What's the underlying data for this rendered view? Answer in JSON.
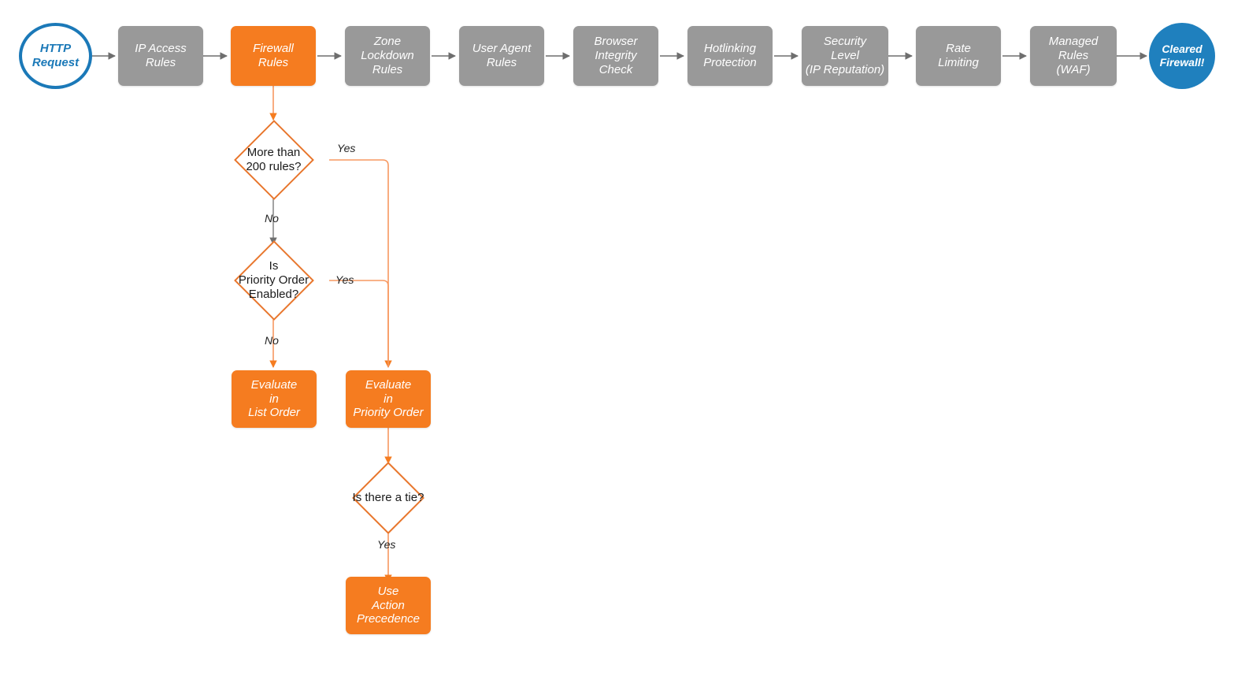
{
  "diagram": {
    "title": "Cloudflare Firewall Rules Evaluation Order",
    "background": "#ffffff",
    "colors": {
      "gray_node": "#999999",
      "orange_node": "#F57C20",
      "orange_stroke": "#E8762C",
      "orange_edge": "#F79860",
      "blue_stroke": "#1B79B8",
      "blue_fill": "#1F80BE",
      "gray_edge": "#6E6E6E",
      "text_dark": "#1a1a1a",
      "text_light": "#ffffff"
    }
  },
  "nodes": {
    "start": {
      "label": "HTTP\nRequest",
      "shape": "circle",
      "style": "blue-outline"
    },
    "ip_access_rules": {
      "label": "IP Access\nRules",
      "shape": "box",
      "style": "gray"
    },
    "firewall_rules": {
      "label": "Firewall\nRules",
      "shape": "box",
      "style": "orange"
    },
    "zone_lockdown_rules": {
      "label": "Zone\nLockdown\nRules",
      "shape": "box",
      "style": "gray"
    },
    "user_agent_rules": {
      "label": "User Agent\nRules",
      "shape": "box",
      "style": "gray"
    },
    "browser_integrity_check": {
      "label": "Browser\nIntegrity\nCheck",
      "shape": "box",
      "style": "gray"
    },
    "hotlinking_protection": {
      "label": "Hotlinking\nProtection",
      "shape": "box",
      "style": "gray"
    },
    "security_level": {
      "label": "Security\nLevel\n(IP Reputation)",
      "shape": "box",
      "style": "gray"
    },
    "rate_limiting": {
      "label": "Rate\nLimiting",
      "shape": "box",
      "style": "gray"
    },
    "managed_rules_waf": {
      "label": "Managed\nRules\n(WAF)",
      "shape": "box",
      "style": "gray"
    },
    "end": {
      "label": "Cleared\nFirewall!",
      "shape": "circle",
      "style": "blue-filled"
    },
    "more_than_200_rules": {
      "label": "More than\n200 rules?",
      "shape": "diamond"
    },
    "is_priority_order_enabled": {
      "label": "Is\nPriority Order\nEnabled?",
      "shape": "diamond"
    },
    "is_there_a_tie": {
      "label": "Is there a tie?",
      "shape": "diamond"
    },
    "evaluate_list_order": {
      "label": "Evaluate\nin\nList Order",
      "shape": "box",
      "style": "orange"
    },
    "evaluate_priority_order": {
      "label": "Evaluate\nin\nPriority Order",
      "shape": "box",
      "style": "orange"
    },
    "use_action_precedence": {
      "label": "Use\nAction\nPrecedence",
      "shape": "box",
      "style": "orange"
    }
  },
  "edge_labels": {
    "more_than_200_yes": "Yes",
    "more_than_200_no": "No",
    "priority_order_yes": "Yes",
    "priority_order_no": "No",
    "tie_yes": "Yes"
  },
  "pipeline_order": [
    "HTTP Request",
    "IP Access Rules",
    "Firewall Rules",
    "Zone Lockdown Rules",
    "User Agent Rules",
    "Browser Integrity Check",
    "Hotlinking Protection",
    "Security Level (IP Reputation)",
    "Rate Limiting",
    "Managed Rules (WAF)",
    "Cleared Firewall!"
  ]
}
